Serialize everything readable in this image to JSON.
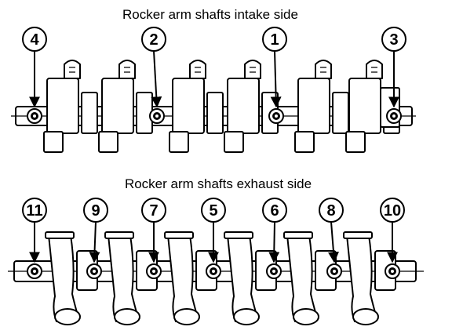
{
  "sections": [
    {
      "title": "Rocker arm shafts intake side",
      "bolts": [
        {
          "label": "4"
        },
        {
          "label": "2"
        },
        {
          "label": "1"
        },
        {
          "label": "3"
        }
      ]
    },
    {
      "title": "Rocker arm shafts exhaust side",
      "bolts": [
        {
          "label": "11"
        },
        {
          "label": "9"
        },
        {
          "label": "7"
        },
        {
          "label": "5"
        },
        {
          "label": "6"
        },
        {
          "label": "8"
        },
        {
          "label": "10"
        }
      ]
    }
  ]
}
